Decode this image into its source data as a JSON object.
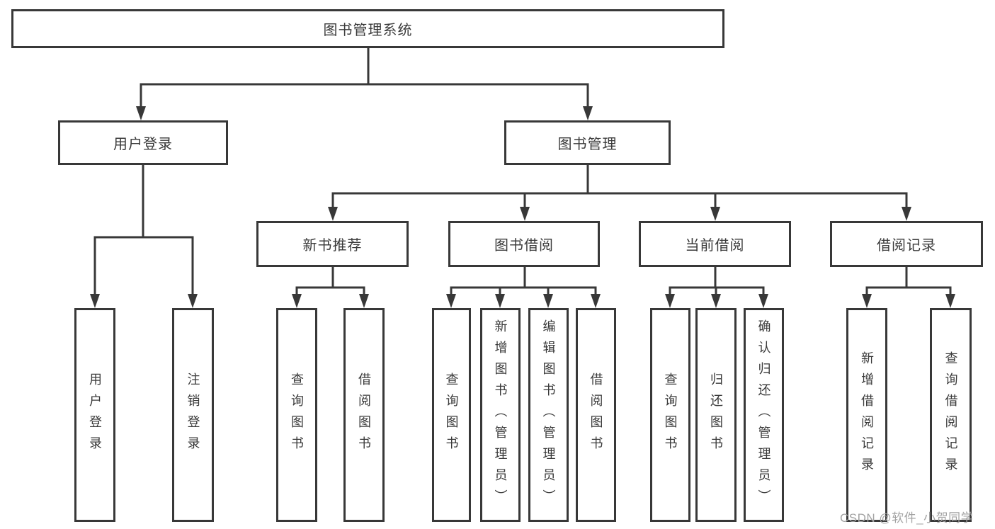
{
  "title": "图书管理系统",
  "watermark": {
    "text": "CSDN @软件_小贺同学"
  },
  "colors": {
    "line": "#383838",
    "text": "#3a3a3a",
    "watermark": "#a3a3a3",
    "background": "#ffffff"
  },
  "diagram_type": "hierarchy-tree",
  "tree": {
    "label": "图书管理系统",
    "children": [
      {
        "label": "用户登录",
        "children": [
          {
            "label": "用户登录"
          },
          {
            "label": "注销登录"
          }
        ]
      },
      {
        "label": "图书管理",
        "children": [
          {
            "label": "新书推荐",
            "children": [
              {
                "label": "查询图书"
              },
              {
                "label": "借阅图书"
              }
            ]
          },
          {
            "label": "图书借阅",
            "children": [
              {
                "label": "查询图书"
              },
              {
                "label": "新增图书（管理员）"
              },
              {
                "label": "编辑图书（管理员）"
              },
              {
                "label": "借阅图书"
              }
            ]
          },
          {
            "label": "当前借阅",
            "children": [
              {
                "label": "查询图书"
              },
              {
                "label": "归还图书"
              },
              {
                "label": "确认归还（管理员）"
              }
            ]
          },
          {
            "label": "借阅记录",
            "children": [
              {
                "label": "新增借阅记录"
              },
              {
                "label": "查询借阅记录"
              }
            ]
          }
        ]
      }
    ]
  }
}
